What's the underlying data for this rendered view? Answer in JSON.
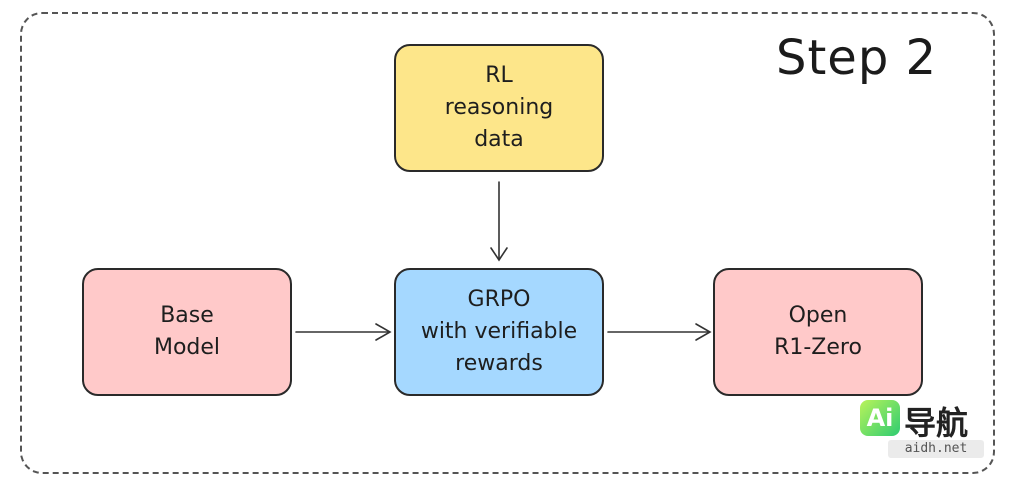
{
  "title": "Step 2",
  "nodes": {
    "rl_data": {
      "label": "RL\nreasoning\ndata",
      "color": "#fde68a"
    },
    "base_model": {
      "label": "Base\nModel",
      "color": "#ffc9c9"
    },
    "grpo": {
      "label": "GRPO\nwith verifiable\nrewards",
      "color": "#a5d8ff"
    },
    "open_r1_zero": {
      "label": "Open\nR1-Zero",
      "color": "#ffc9c9"
    }
  },
  "edges": [
    {
      "from": "rl_data",
      "to": "grpo"
    },
    {
      "from": "base_model",
      "to": "grpo"
    },
    {
      "from": "grpo",
      "to": "open_r1_zero"
    }
  ],
  "watermark": {
    "logo_text": "Ai",
    "cn_text": "导航",
    "url": "aidh.net"
  }
}
